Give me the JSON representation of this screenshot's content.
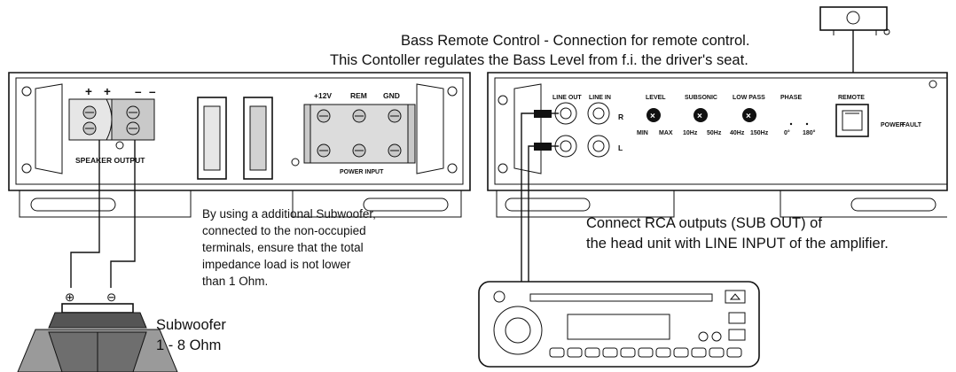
{
  "remote_note": {
    "line1": "Bass Remote Control - Connection for remote control.",
    "line2": "This Contoller regulates the Bass Level from f.i. the driver's seat."
  },
  "amp_left": {
    "speaker_terminals": [
      "+",
      "+",
      "–",
      "–"
    ],
    "speaker_output_label": "SPEAKER OUTPUT",
    "power_labels": [
      "+12V",
      "REM",
      "GND"
    ],
    "power_input_label": "POWER INPUT"
  },
  "amp_right": {
    "line_out": "LINE OUT",
    "line_in": "LINE IN",
    "r": "R",
    "l": "L",
    "level": "LEVEL",
    "level_min": "MIN",
    "level_max": "MAX",
    "subsonic": "SUBSONIC",
    "subsonic_a": "10Hz",
    "subsonic_b": "50Hz",
    "lowpass": "LOW PASS",
    "lowpass_a": "40Hz",
    "lowpass_b": "150Hz",
    "phase": "PHASE",
    "phase_a": "0°",
    "phase_b": "180°",
    "remote": "REMOTE",
    "power": "POWER",
    "fault": "FAULT"
  },
  "sub_note": [
    "By using a additional Subwoofer,",
    "connected to the non-occupied",
    "terminals, ensure that the total",
    "impedance load is not lower",
    "than 1 Ohm."
  ],
  "rca_note": {
    "line1": "Connect RCA outputs (SUB OUT) of",
    "line2": "the head unit with LINE INPUT of the amplifier."
  },
  "subwoofer": {
    "title": "Subwoofer",
    "impedance": "1 - 8 Ohm",
    "plus": "⊕",
    "minus": "⊖"
  }
}
